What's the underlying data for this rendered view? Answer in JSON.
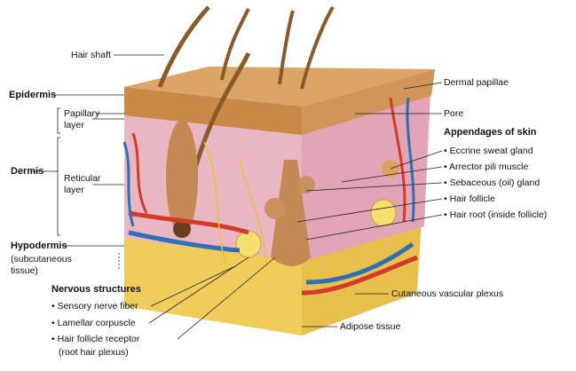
{
  "left_labels": {
    "hair_shaft": "Hair shaft",
    "epidermis": "Epidermis",
    "papillary_layer": [
      "Papillary",
      "layer"
    ],
    "dermis": "Dermis",
    "reticular_layer": [
      "Reticular",
      "layer"
    ],
    "hypodermis": "Hypodermis",
    "hypodermis_sub": [
      "(subcutaneous",
      "tissue)"
    ]
  },
  "nervous": {
    "title": "Nervous structures",
    "items": [
      "• Sensory nerve fiber",
      "• Lamellar corpuscle",
      "• Hair follicle receptor"
    ],
    "sub": "(root hair plexus)"
  },
  "right_labels": {
    "dermal_papillae": "Dermal papillae",
    "pore": "Pore",
    "appendages_title": "Appendages of skin",
    "appendages": [
      "• Eccrine sweat gland",
      "• Arrector pili muscle",
      "• Sebaceous (oil) gland",
      "• Hair follicle",
      "• Hair root (inside follicle)"
    ]
  },
  "bottom_labels": {
    "vascular_plexus": "Cutaneous vascular plexus",
    "adipose": "Adipose tissue"
  },
  "colors": {
    "epidermis": "#d9a060",
    "dermis": "#e8b4c0",
    "adipose": "#f2d060",
    "artery": "#d23a2a",
    "vein": "#2f6fb6",
    "hair": "#8a5a2a"
  }
}
